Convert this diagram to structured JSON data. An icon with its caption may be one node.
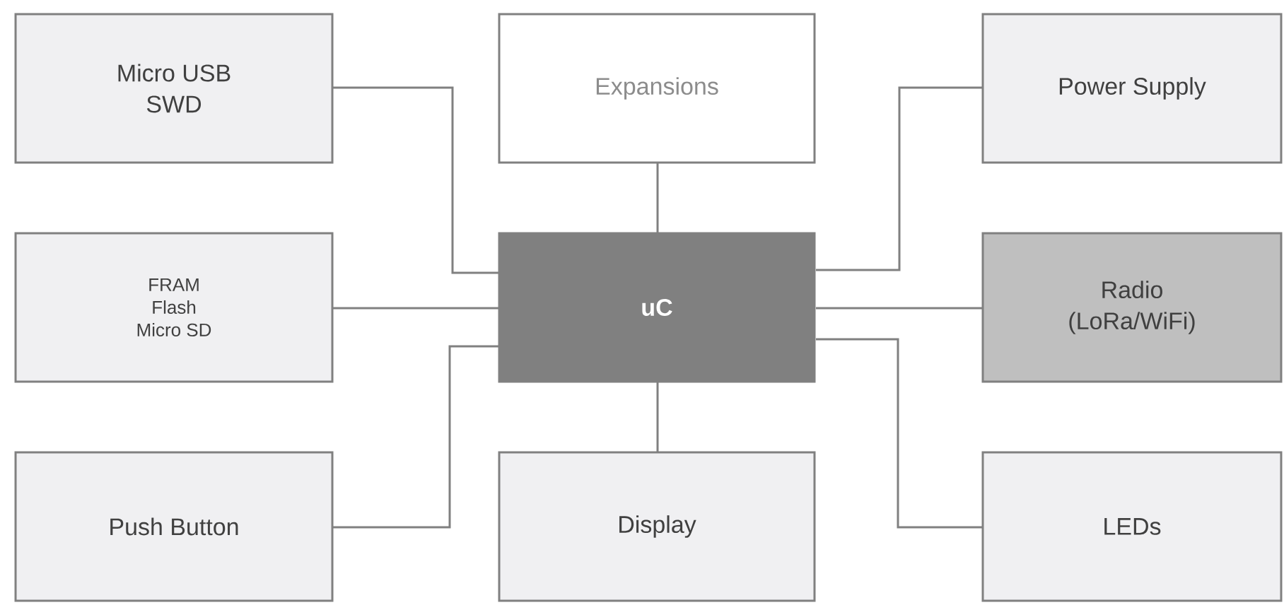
{
  "diagram": {
    "nodes": [
      {
        "text": [
          "Micro USB",
          "SWD"
        ]
      },
      {
        "text": [
          "Expansions"
        ]
      },
      {
        "text": [
          "Power Supply"
        ]
      },
      {
        "text": [
          "FRAM",
          "Flash",
          "Micro SD"
        ]
      },
      {
        "text": [
          "uC"
        ]
      },
      {
        "text": [
          "Radio",
          "(LoRa/WiFi)"
        ]
      },
      {
        "text": [
          "Push Button"
        ]
      },
      {
        "text": [
          "Display"
        ]
      },
      {
        "text": [
          "LEDs"
        ]
      }
    ],
    "edges": [
      {
        "from": 0,
        "to": 4,
        "arrow": "none"
      },
      {
        "from": 1,
        "to": 4,
        "arrow": "none"
      },
      {
        "from": 2,
        "to": 4,
        "arrow": "none"
      },
      {
        "from": 3,
        "to": 4,
        "arrow": "none"
      },
      {
        "from": 4,
        "to": 5,
        "arrow": "none"
      },
      {
        "from": 6,
        "to": 4,
        "arrow": "none"
      },
      {
        "from": 4,
        "to": 7,
        "arrow": "none"
      },
      {
        "from": 4,
        "to": 8,
        "arrow": "none"
      }
    ]
  }
}
